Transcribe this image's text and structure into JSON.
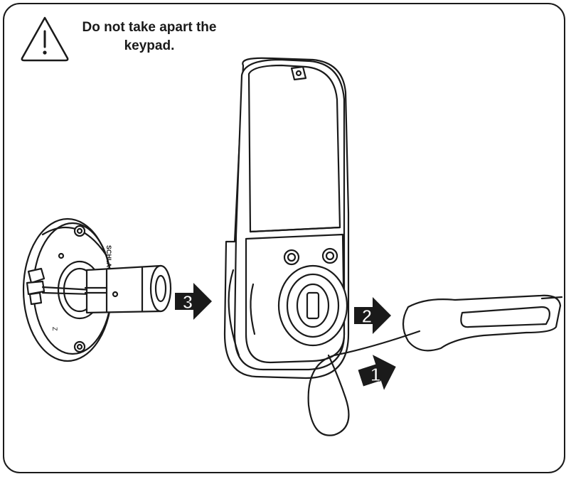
{
  "warning": {
    "icon": "warning-triangle-icon",
    "text": "Do not take apart the keypad."
  },
  "steps": [
    {
      "number": "1"
    },
    {
      "number": "2"
    },
    {
      "number": "3"
    }
  ],
  "rosette": {
    "brand_text": "SCHLAGE",
    "small_text": "Z"
  },
  "colors": {
    "line": "#1a1a1a",
    "arrow_fill": "#1a1a1a",
    "background": "#ffffff"
  }
}
